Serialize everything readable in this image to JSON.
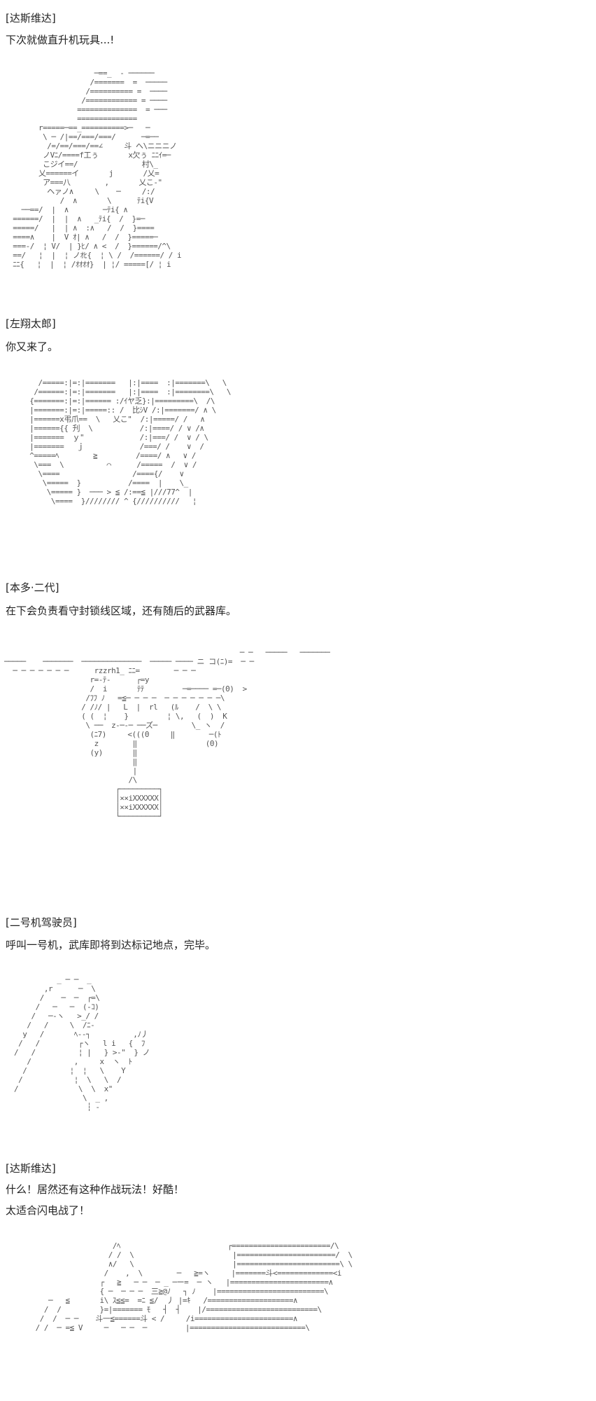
{
  "posts": [
    {
      "speaker": "[达斯维达]",
      "lines": [
        "下次就做直升机玩具...!"
      ]
    },
    {
      "speaker": "[左翔太郎]",
      "lines": [
        "你又来了。"
      ]
    },
    {
      "speaker": "[本多·二代]",
      "lines": [
        "在下会负责看守封锁线区域，还有随后的武器库。"
      ]
    },
    {
      "speaker": "[二号机驾驶员]",
      "lines": [
        "呼叫一号机，武库即将到达标记地点，完毕。"
      ]
    },
    {
      "speaker": "[达斯维达]",
      "lines": [
        "什么！居然还有这种作战玩法！好酷！",
        "太适合闪电战了！"
      ]
    }
  ],
  "art": {
    "hat_man": "                     ─==_  - ──────\n                    /=======  =  ─────\n                   /========== =  ────\n                  /============ = ────\n                 ==============  = ───\n                 ==============\n        r=====─==_==========>─   ─\n         \\ ─ /|==/===/===/      ─=──\n          /=/==/===/==∠     斗 へ\\ニニニノ\n         ノVﾆ/====f工ぅ       x欠ぅ ﾆﾆｲ=─\n         こジイ==/               村\\_\n        乂======イ       j       /乂=\n         ア===八        ,       乂こ-\"\n          ヘァノ∧     \\    ─     /:/\n             /  ∧       \\      ﾃi{V\n    ──==/  |  ∧        ─ﾃi{ ∧\n  ======/  |  |  ∧   _ﾃi{  /  }=─\n  =====/   |  | ∧  :∧   /  /  }====\n  ====∧    |  V ｵ| ∧   /  /  }=====─\n  ===-/  ¦ V/  | }ﾋ/ ∧ <  /  }======/^\\\n  ==/   ¦  |  ¦ ノｵﾋ{  ¦ \\ /  /======/ / i\n  ﾆﾆ{   ¦  |  ¦ /ｵｵｵｵ}  | ¦/ =====[/ ¦ i",
    "shotaro": "    /=====:|=:|=======   |:|====  :|=======\\   \\\n   /======:|=:|=======   |:|====  :|========\\   \\\n  {=======:|=:|====== :/ｲヤ乏}:|=========\\  /\\\n  |=======:|=:|=====:: /  比ｼV /:|=======/ ∧ \\\n  |======x弔爪==  \\   乂こ\"  /:|=====/ /   ∧\n  |======{{ 刋  \\           /:|====/ / ∨ /∧\n  |=======  ｙ\"             /:|===/ /  ∨ / \\\n  |=======   ｊ             /===/ /    ∨  /\n  ^=====ﾍ        ≧         /====/ ∧   ∨ /\n   \\===  \\          ⌒      /=====  /  ∨ /\n    \\====                 /===={/    ∨\n     \\=====  }           /====  |    \\_\n      \\===== }  ─── > ≦ /:==≦ |///77^  |\n       \\====  }//////// ^ {//////////   ¦",
    "helicopter": "                                                       ─ ─   ─────   ───────\n─────    ───────  ──────────────  ───── ──── ニ コ(ﾆ)=  ─ ─\n  ─ ─ ─ ─ ─ ─ ─      rzzrh1_ ﾆﾆ=        ─ ─ ─\n                    r=-ﾃ-      ┌=y\n                    /  i       ﾃﾃ         ─=──── =─(0)  >\n                   /ﾌﾌ ﾉ   =≦─ ─ ─ ─  ─ ─ ─ ─ ─ ─ ─\\\n                  / /ﾉ/ |   L  |  rl   (ﾙ    /  \\ \\\n                  ( (  ¦    }         ¦ \\,   (  )  K\n                   \\ ──  z-─-─ ──ズ─        \\_ ヽ  /\n                    (ﾆ7)     <(((0     ‖        ─(ﾄ\n                     z        ‖                (0)\n                    (y)       ‖\n                              ‖\n                              |\n                             /\\\n                          ┌─────────┐\n                          │××iXXXXXX│\n                          │××iXXXXXX│\n                          └─────────┘",
    "pilot": "          _ ─ ─  _\n       ,r      ─  \\\n      /    ─  ─  ┌=\\\n     /   ─   ─  (-ｺ)\n    /   ─-ヽ   >_/ /\n   /   /     \\  /ﾆ‐\n  y   /       ﾍ-‐┐          ,ﾉ丿\n /   /         ┌ヽ   l i   {  ﾌ\n/   /          ¦ |   } >-\"  } ノ\n   /          ,     x  ヽ  ﾄ\n  /          ¦  ¦   \\    Y\n /            ¦  \\   \\  /\n/              \\  \\  x\"\n                \\  _ ,\n                 ┆ -"
  },
  "art2": {
    "vader": "                       /ﾍ                         ┌=======================/\\\n                      / /  \\                       |=======================/  \\\n                      ∧/   \\                       |========================\\ \\\n                     /    ,  \\        ─   ≧=ヽ     |=======斗<=============<i\n                    ┌   ≧   ─ ─  ─ _ ─ー=  ─ ヽ   |=======================∧\n                    { ─  ─ ─ ─  三≧@ﾉ   ┐ ﾉ    |=========================\\\n        ─   ≦       i\\ ｽ≦≦=  =ﾆ ≦/  丿 |=ｷ   /====================∧\n       /  /         }=|======= ﾓ   ┤  ┤    |/==========================\\\n      /  /  ─ ─    斗一≦======斗 < /     /i=======================∧\n     / /  ─ =≦ V     ─   ─ ─  ─         |===========================\\"
  }
}
